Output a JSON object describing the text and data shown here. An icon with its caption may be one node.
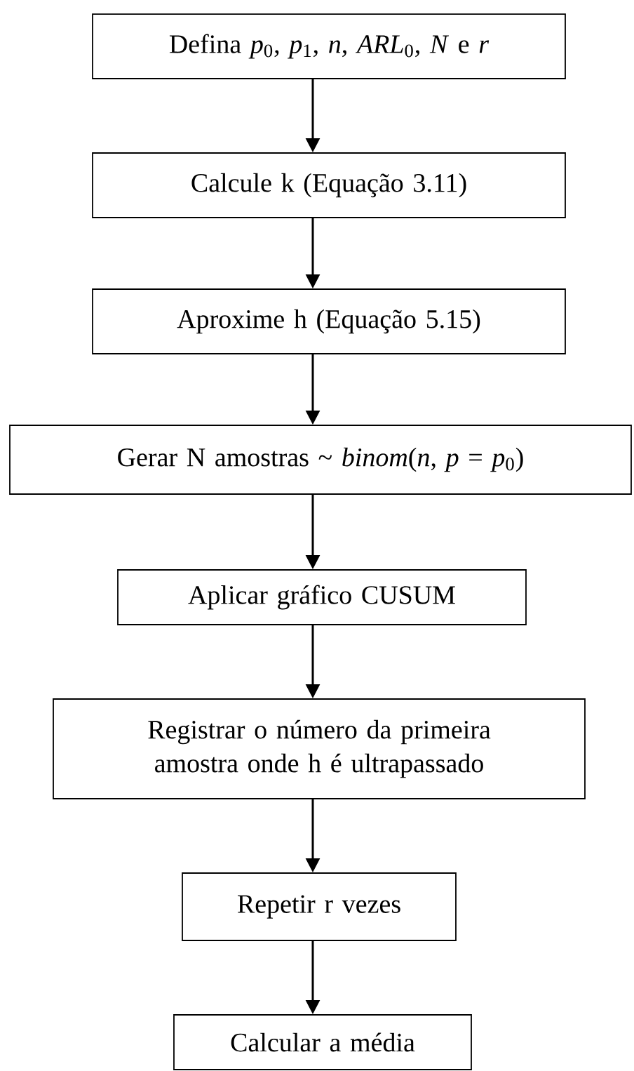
{
  "diagram": {
    "nodes": [
      {
        "text": [
          "Defina *p*$_{0}$, *p*$_{1}$, *n*, *ARL*$_{0}$, *N* e *r*"
        ]
      },
      {
        "text": [
          "Calcule k (Equação 3.11)"
        ]
      },
      {
        "text": [
          "Aproxime h (Equação 5.15)"
        ]
      },
      {
        "text": [
          "Gerar N amostras ~ *binom*(*n*, *p* = *p*$_{0}$)"
        ]
      },
      {
        "text": [
          "Aplicar gráfico CUSUM"
        ]
      },
      {
        "text": [
          "Registrar o número da primeira amostra onde h é ultrapassado"
        ]
      },
      {
        "text": [
          "Repetir r vezes"
        ]
      },
      {
        "text": [
          "Calcular a média"
        ]
      }
    ],
    "edges": [
      {
        "from": 0,
        "to": 1,
        "arrow": "to"
      },
      {
        "from": 1,
        "to": 2,
        "arrow": "to"
      },
      {
        "from": 2,
        "to": 3,
        "arrow": "to"
      },
      {
        "from": 3,
        "to": 4,
        "arrow": "to"
      },
      {
        "from": 4,
        "to": 5,
        "arrow": "to"
      },
      {
        "from": 5,
        "to": 6,
        "arrow": "to"
      },
      {
        "from": 6,
        "to": 7,
        "arrow": "to"
      }
    ]
  }
}
